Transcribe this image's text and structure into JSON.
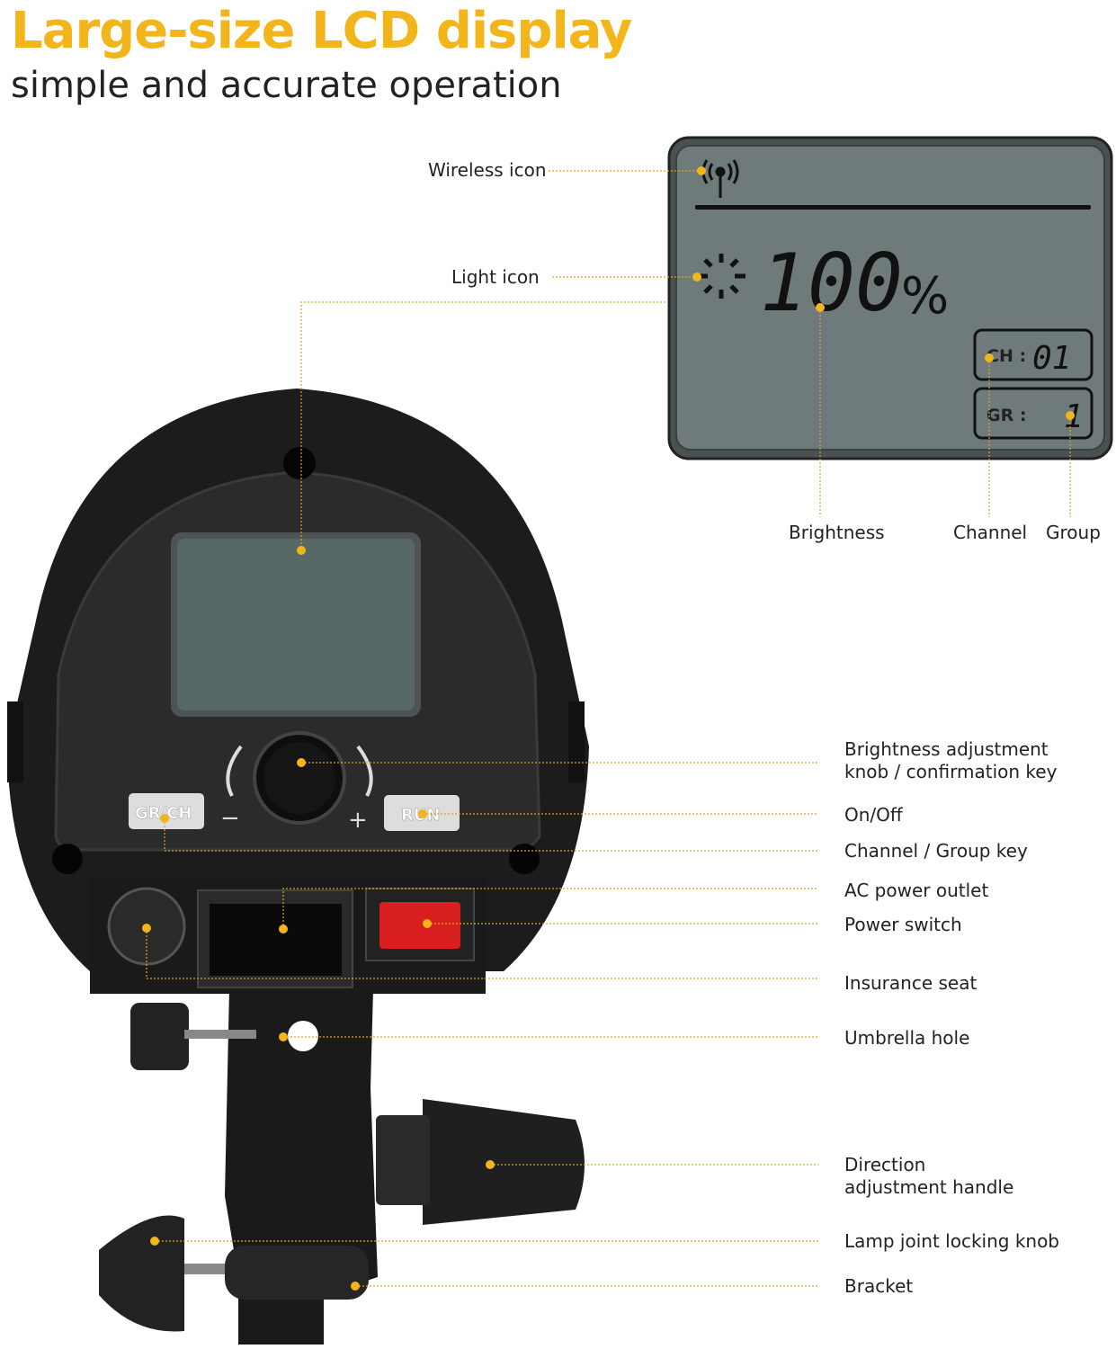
{
  "header": {
    "title": "Large-size LCD display",
    "subtitle": "simple and accurate operation"
  },
  "lcd": {
    "percent_value": "100",
    "percent_sign": "%",
    "channel_label": "CH :",
    "channel_value": "01",
    "group_label": "GR :",
    "group_value": "1"
  },
  "panel": {
    "grch_key": "GR/CH",
    "run_key": "RUN",
    "minus": "−",
    "plus": "+"
  },
  "callouts": {
    "wireless_icon": "Wireless icon",
    "light_icon": "Light icon",
    "brightness": "Brightness",
    "channel": "Channel",
    "group": "Group",
    "knob_line1": "Brightness adjustment",
    "knob_line2": "knob / confirmation key",
    "on_off": "On/Off",
    "channel_group_key": "Channel / Group key",
    "ac_outlet": "AC power outlet",
    "power_switch": "Power switch",
    "insurance_seat": "Insurance seat",
    "umbrella_hole": "Umbrella hole",
    "direction_line1": "Direction",
    "direction_line2": "adjustment handle",
    "locking_knob": "Lamp joint locking knob",
    "bracket": "Bracket"
  },
  "colors": {
    "accent": "#f2b51b",
    "lcd": "#6e7b7a",
    "body": "#1c1c1c",
    "switch": "#d81e1e"
  }
}
